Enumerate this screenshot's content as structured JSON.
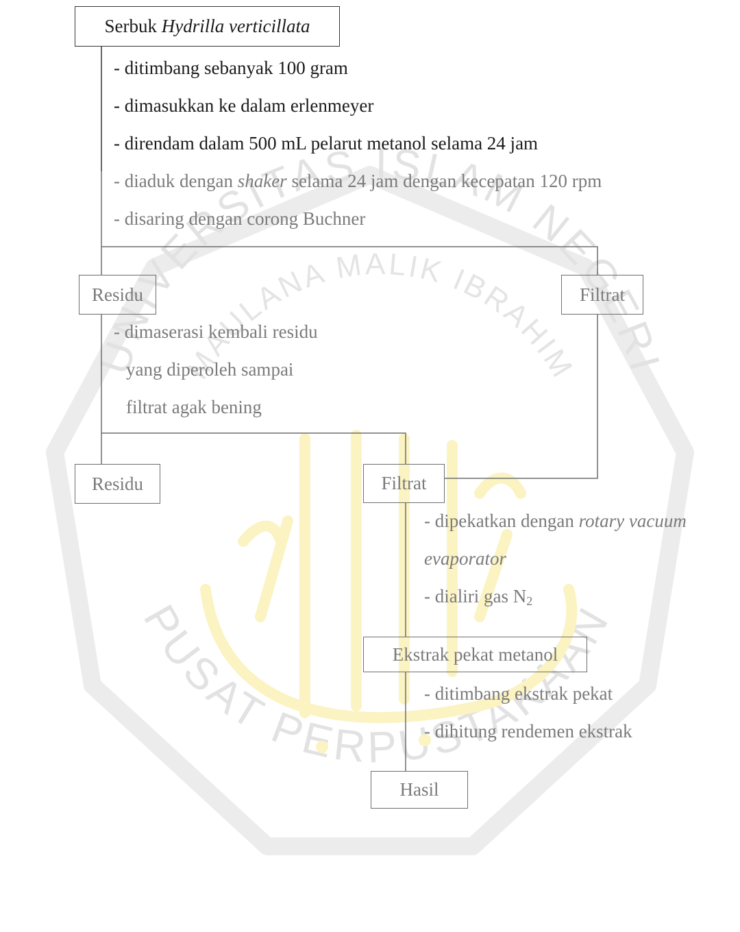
{
  "watermark": {
    "arc_top": "UNIVERSITAS ISLAM NEGERI",
    "arc_middle": "MAULANA MALIK IBRAHIM",
    "arc_bottom": "PUSAT PERPUSTAKAAN",
    "colors": {
      "text": "#e2e2e2",
      "calligraphy": "#fbf3c2",
      "frame": "#ececec"
    },
    "icon": "arabic-calligraphy-emblem"
  },
  "start": {
    "prefix": "Serbuk ",
    "species": "Hydrilla verticillata"
  },
  "steps_1": [
    "- ditimbang sebanyak 100 gram",
    "- dimasukkan ke dalam erlenmeyer",
    "- direndam dalam 500 mL pelarut metanol selama 24 jam"
  ],
  "step_shaker": {
    "before": "- diaduk dengan ",
    "italic": "shaker",
    "after": " selama 24 jam dengan kecepatan 120 rpm"
  },
  "step_filter": "- disaring dengan corong Buchner",
  "residu_1": "Residu",
  "filtrat_1": "Filtrat",
  "remaceration": [
    "- dimaserasi kembali residu",
    "yang diperoleh sampai",
    "filtrat agak bening"
  ],
  "residu_2": "Residu",
  "filtrat_2": "Filtrat",
  "step_evap": {
    "prefix": "- dipekatkan dengan ",
    "italic_1": "rotary vacuum",
    "italic_2": "evaporator"
  },
  "step_gas": {
    "text": "- dialiri gas N",
    "subscript": "2"
  },
  "extract": "Ekstrak pekat metanol",
  "steps_final": [
    "- ditimbang ekstrak pekat",
    "- dihitung rendemen ekstrak"
  ],
  "result": "Hasil"
}
